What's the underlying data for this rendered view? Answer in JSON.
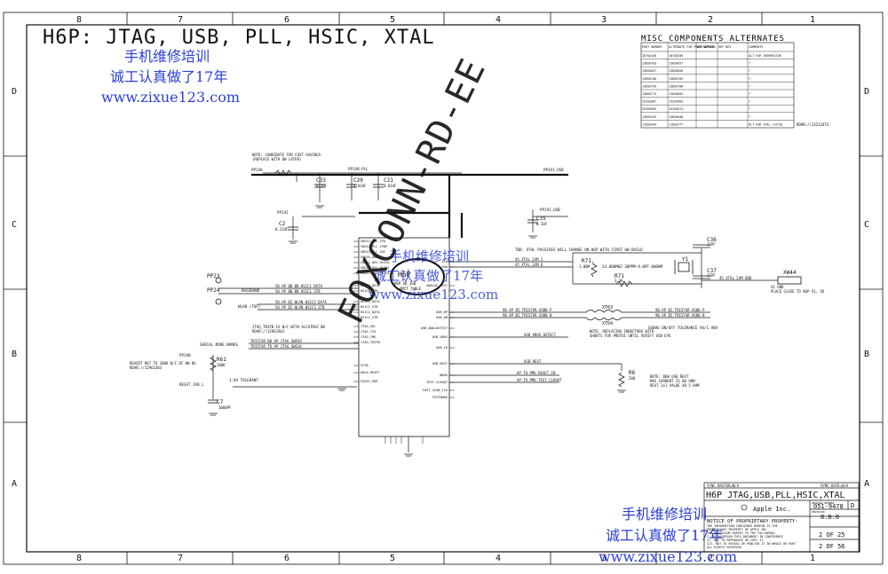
{
  "title": "H6P: JTAG, USB, PLL, HSIC, XTAL",
  "columns": [
    "8",
    "7",
    "6",
    "5",
    "4",
    "3",
    "2",
    "1"
  ],
  "rows": [
    "D",
    "C",
    "B",
    "A"
  ],
  "watermark": {
    "line1": "手机维修培训",
    "line2": "诚工认真做了17年",
    "line3": "www.zixue123.com",
    "stamp": "FOXCONN-RD-EE"
  },
  "alternates_table": {
    "title": "MISC COMPONENTS ALTERNATES",
    "headers": [
      "PART NUMBER",
      "ALTERNATE FOR PART NUMBER",
      "BOM OPTION",
      "REF DES",
      "COMMENTS"
    ],
    "rows": [
      [
        "107S0146",
        "107S0209",
        "",
        "",
        "ALT FOR THERMISTOR"
      ],
      [
        "138S0703",
        "138S0657",
        "",
        "",
        "?"
      ],
      [
        "138S0647",
        "138S0656",
        "",
        "",
        "?"
      ],
      [
        "138S0706",
        "138S0705",
        "",
        "",
        "?"
      ],
      [
        "138S0739",
        "138S0706",
        "",
        "",
        "?"
      ],
      [
        "138S0773",
        "138S0603",
        "",
        "",
        "?"
      ],
      [
        "152S0467",
        "152S0583",
        "",
        "",
        "?"
      ],
      [
        "353S0895",
        "353S0674",
        "",
        "",
        "?"
      ],
      [
        "138S0702",
        "138S0648",
        "",
        "",
        "?"
      ],
      [
        "118S0344",
        "118S0777",
        "",
        "",
        "ALT FOR XTAL (X1Y0)"
      ]
    ],
    "note": "RDAR://13212472"
  },
  "schematic": {
    "note_top": "NOTE: CANDIDATE FOR COST-SAVINGS\n(REPLACE WITH 0W LATER)",
    "nets": {
      "pp1v8": "PP1V8",
      "pp1v8_pll": "PP1V8_PLL",
      "pp1v2": "PP1V2",
      "pp1v2_usb": "PP1V2_USB",
      "pp3v3_usb": "PP3V3_USB",
      "pp1v8_b": "PP1V8",
      "reset_1v8": "RESET_1V8_L"
    },
    "parts": {
      "c33": "C33",
      "c33_v": "0.1UF",
      "c20": "C20",
      "c20_v": "0.01UF",
      "c21": "C21",
      "c21_v": "0.01UF",
      "c2": "C2",
      "c2_v": "0.22UF",
      "c35": "C35",
      "c35_v": "0.1UF",
      "c36": "C36",
      "c36_v": "12PF",
      "c37": "C37",
      "c37_v": "12PF",
      "c7": "C7",
      "c7_v": "1000PF",
      "r71": "R71",
      "r71_v": "1.00M",
      "r72": "R71",
      "r72_v": "3.3K",
      "r61": "R61",
      "r61_v": "100K",
      "r6": "R6",
      "r6_v": "200",
      "y1": "Y1",
      "xw44": "XW44",
      "xt63": "XT63",
      "xt64": "XT64",
      "pp23": "PP23",
      "pp24": "PP24",
      "u1": "H6P"
    },
    "labels": {
      "baseband": "BASEBAND",
      "wlan": "WLAN (TOP)",
      "serial_mode": "SERIAL MODE NAMES",
      "revert": "REVERT R67 TO 100K B/C OF HW BG\nRDAR://12963383",
      "tolerant": "1.8V TOLERANT",
      "xtal_note": "TBD: XTAL PASSIVES WILL CHANGE ON H6P WITH FIRST HW BUILD",
      "xtal_freq": "24.000MHZ-30PPM-9.0PF-60OHM",
      "usb_note": "NOTE: REPLACING INDUCTORS WITH\nSHORTS FOR PROTO1 UNTIL VERIFY USB EYE",
      "usbhs_note": "USBHS ON/OFF TOLERANCE 94/1.98V",
      "jtag_note": "JTAG_TRSTN IS N/C WITH ALCATRAZ B0\nRDAR://12963383",
      "r6_note": "NOTE: BEW USB REXT\nMAX CURRENT IS 80 OHM\nREXT 1x1 VALUE 48.5 OHM",
      "xw44_note": "X1 GND\nPLACE CLOSE TO H6P X1, XO"
    },
    "signals_left": [
      "TRISTAR_BB_AP_JTAG_SWDIO",
      "TRISTAR_TO_AP_JTAG_SWCLK",
      "50_AP_BB_BB_HSIC1_DATA",
      "50_AP_BB_BB_HSIC1_STB",
      "50_AP_BI_WLAN_HSIC3_DATA",
      "50_AP_BI_WLAN_HSIC3_STB"
    ],
    "signals_right": [
      "45_XTAL_24M_I",
      "45_XTAL_24M_O",
      "90_AP_BI_TRISTAR_USB0_P",
      "90_AP_BI_TRISTAR_USB0_N",
      "USB_VBUS_DETECT",
      "AP_TO_PMU_RESET_IN",
      "AP_TO_PMU_TEST_CLKOUT",
      "45_XTAL_24M_GND",
      "USB_REXT"
    ],
    "pins_left": [
      "VDD12_PLL_CPU",
      "VDD12_PLL_LPDP",
      "VDD12_PLL_SOC",
      "VDD18_AMUX",
      "VDD12_UH1_HSIC0",
      "VDD12_UH1_HSIC1",
      "VDD12_UH2_HSIC0",
      "HSIC0_DATA",
      "HSIC0_STB",
      "HSIC1_DATA",
      "HSIC1_STB",
      "HSIC2_DATA",
      "HSIC2_STB",
      "JTAG_SEL",
      "JTAG_TCK",
      "JTAG_TMS",
      "JTAG_TRSTN",
      "CFSB",
      "HOLD_RESET",
      "FUSE1_POR"
    ],
    "pins_right": [
      "XI0",
      "XO0",
      "ANALOG_TEST",
      "USB_DP",
      "USB_DM",
      "USB_ANALOGTEST",
      "USB_VBUS",
      "USB_ID",
      "USB_REXT",
      "WDOG",
      "TEST_CLKOUT",
      "FAST_SCAN_CLK",
      "TESTMODE"
    ],
    "chip_sub": "H6P_SD_1GB",
    "chip_sub2": "OMIT_TABLE"
  },
  "title_block": {
    "sync_master": "SYNC_MASTER=N/A",
    "sync_date": "SYNC_DATE=N/A",
    "page_title": "H6P JTAG,USB,PLL,HSIC,XTAL",
    "drawing_number_label": "DRAWING NUMBER",
    "drawing_number": "051-9478",
    "revision_label": "REVISION",
    "revision": "8.0.0",
    "size": "D",
    "company": "Apple Inc.",
    "notice_title": "NOTICE OF PROPRIETARY PROPERTY:",
    "notice_body": "THE INFORMATION CONTAINED HEREIN IS THE\nPROPRIETARY PROPERTY OF APPLE INC.\nTHE POSSESSOR AGREES TO THE FOLLOWING:\nI. TO MAINTAIN THIS DOCUMENT IN CONFIDENCE\nII. NOT TO REPRODUCE OR COPY IT\nIII. NOT TO REVEAL OR PUBLISH IT IN WHOLE OR PART\nALL RIGHTS RESERVED",
    "page": "2 OF 25",
    "sheet": "2 OF 56"
  }
}
